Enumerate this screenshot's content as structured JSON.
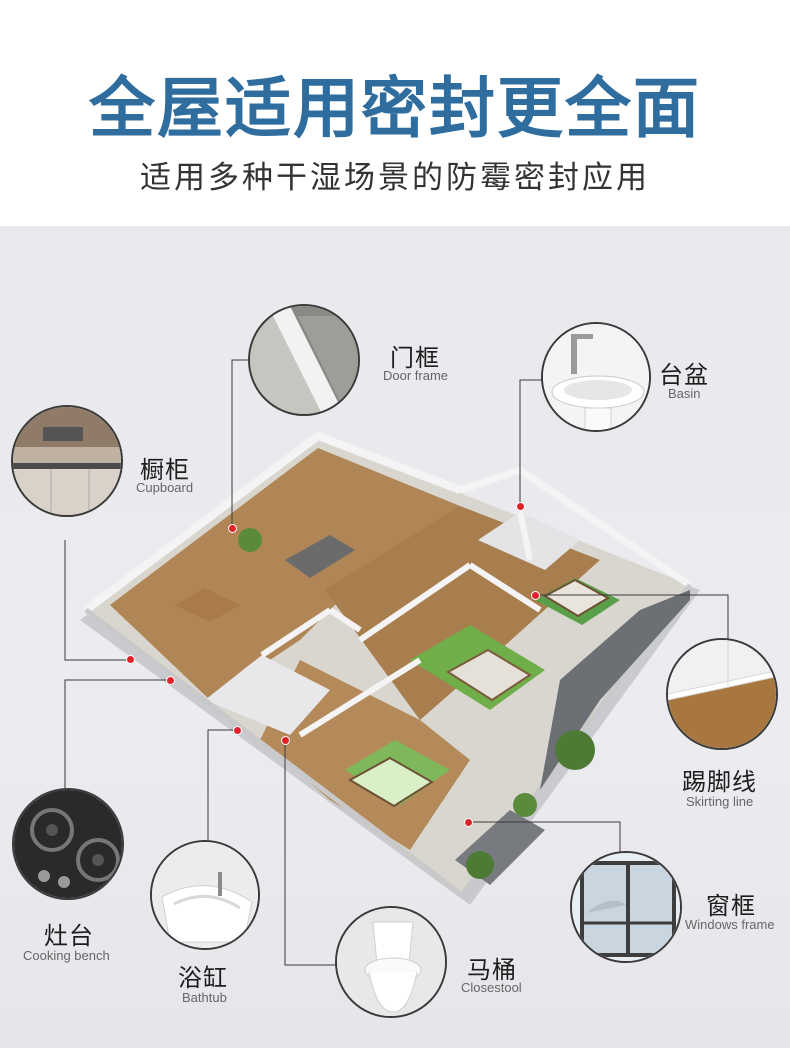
{
  "header": {
    "title": "全屋适用密封更全面",
    "subtitle": "适用多种干湿场景的防霉密封应用"
  },
  "colors": {
    "title": "#2f6d9f",
    "marker": "#e0222a",
    "panel_bg": "#ebebef"
  },
  "callouts": [
    {
      "key": "door-frame",
      "cn": "门框",
      "en": "Door frame",
      "icon": "door-frame-photo"
    },
    {
      "key": "basin",
      "cn": "台盆",
      "en": "Basin",
      "icon": "basin-photo"
    },
    {
      "key": "cupboard",
      "cn": "橱柜",
      "en": "Cupboard",
      "icon": "cupboard-photo"
    },
    {
      "key": "skirting-line",
      "cn": "踢脚线",
      "en": "Skirting line",
      "icon": "skirting-line-photo"
    },
    {
      "key": "cooking-bench",
      "cn": "灶台",
      "en": "Cooking bench",
      "icon": "cooktop-photo"
    },
    {
      "key": "bathtub",
      "cn": "浴缸",
      "en": "Bathtub",
      "icon": "bathtub-photo"
    },
    {
      "key": "closestool",
      "cn": "马桶",
      "en": "Closestool",
      "icon": "toilet-photo"
    },
    {
      "key": "windows-frame",
      "cn": "窗框",
      "en": "Windows frame",
      "icon": "window-frame-photo"
    }
  ]
}
